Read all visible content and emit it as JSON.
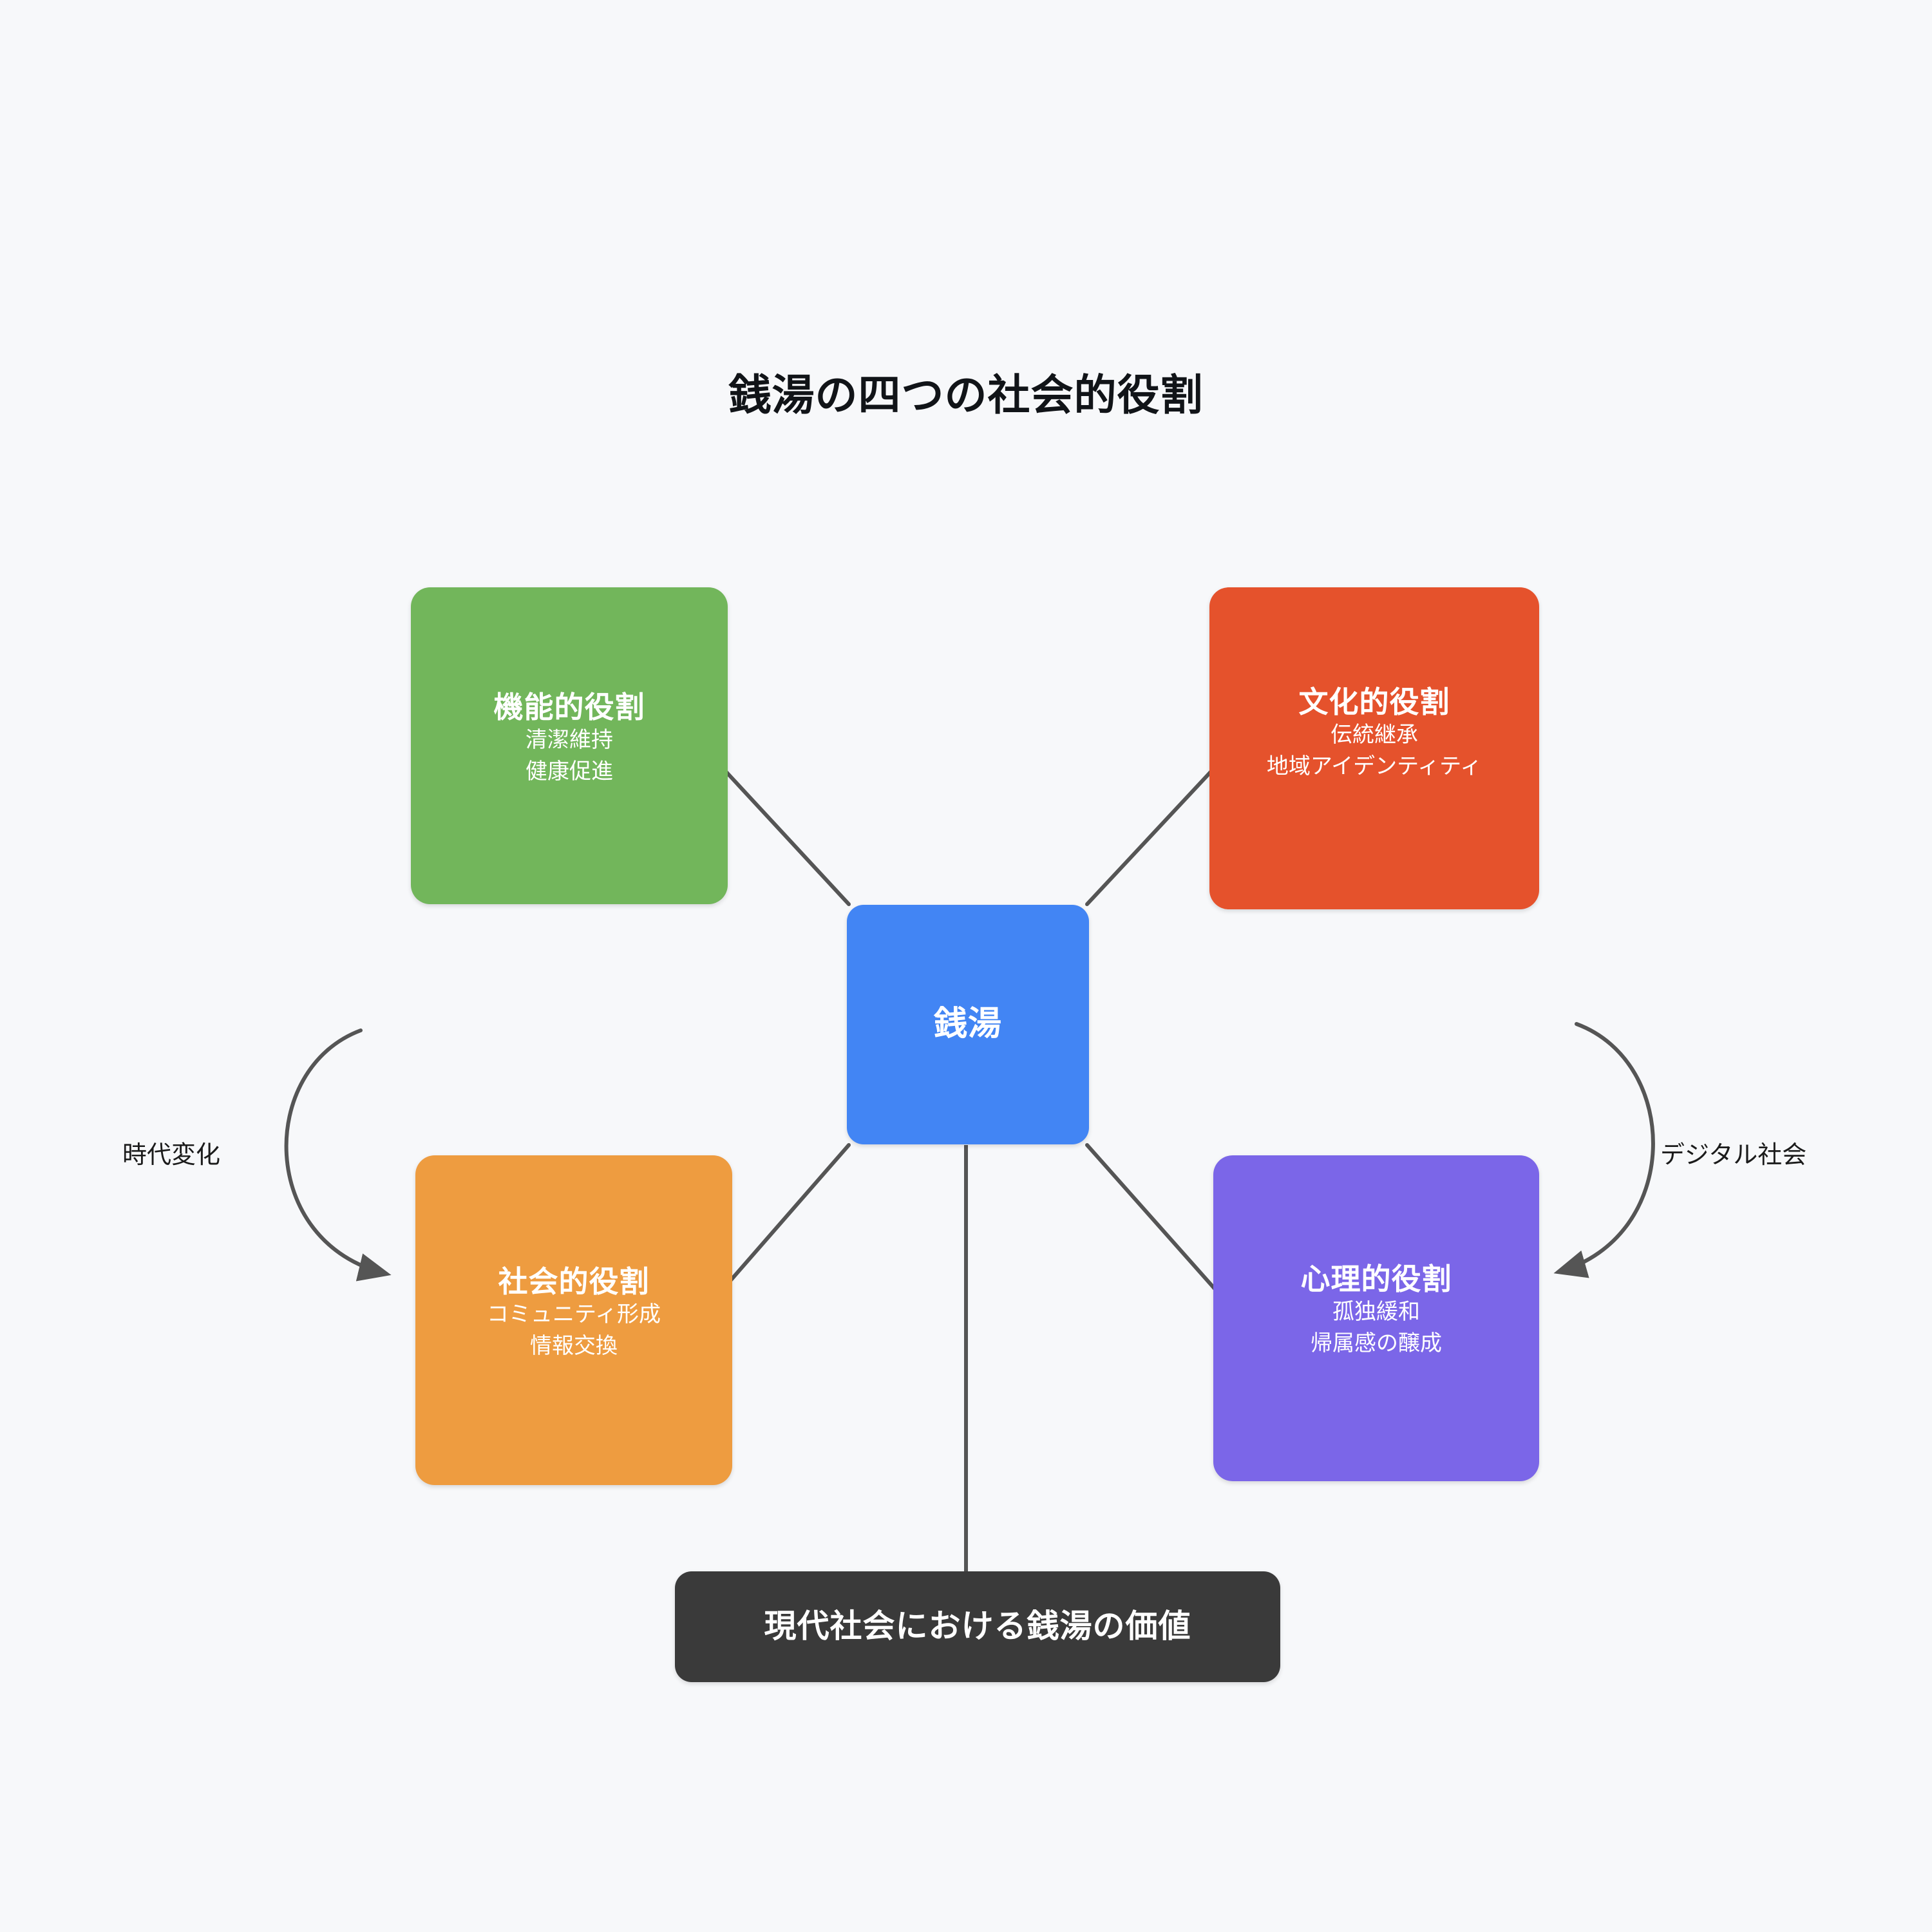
{
  "page": {
    "title": "銭湯の四つの社会的役割",
    "background_color": "#f7f8fa"
  },
  "center": {
    "label": "銭湯",
    "color": "#4285f4"
  },
  "outcome": {
    "label": "現代社会における銭湯の価値",
    "color": "#3a3a3a"
  },
  "nodes": [
    {
      "id": "functional",
      "title": "機能的役割",
      "sub1": "清潔維持",
      "sub2": "健康促進",
      "color": "#72b65b",
      "position": "top-left"
    },
    {
      "id": "cultural",
      "title": "文化的役割",
      "sub1": "伝統継承",
      "sub2": "地域アイデンティティ",
      "color": "#e5522c",
      "position": "top-right"
    },
    {
      "id": "social",
      "title": "社会的役割",
      "sub1": "コミュニティ形成",
      "sub2": "情報交換",
      "color": "#ee9c40",
      "position": "bottom-left"
    },
    {
      "id": "psychological",
      "title": "心理的役割",
      "sub1": "孤独緩和",
      "sub2": "帰属感の醸成",
      "color": "#7b66e8",
      "position": "bottom-right"
    }
  ],
  "edge_labels": {
    "era_change": "時代変化",
    "digital_society": "デジタル社会"
  },
  "connector": {
    "color": "#555555"
  }
}
